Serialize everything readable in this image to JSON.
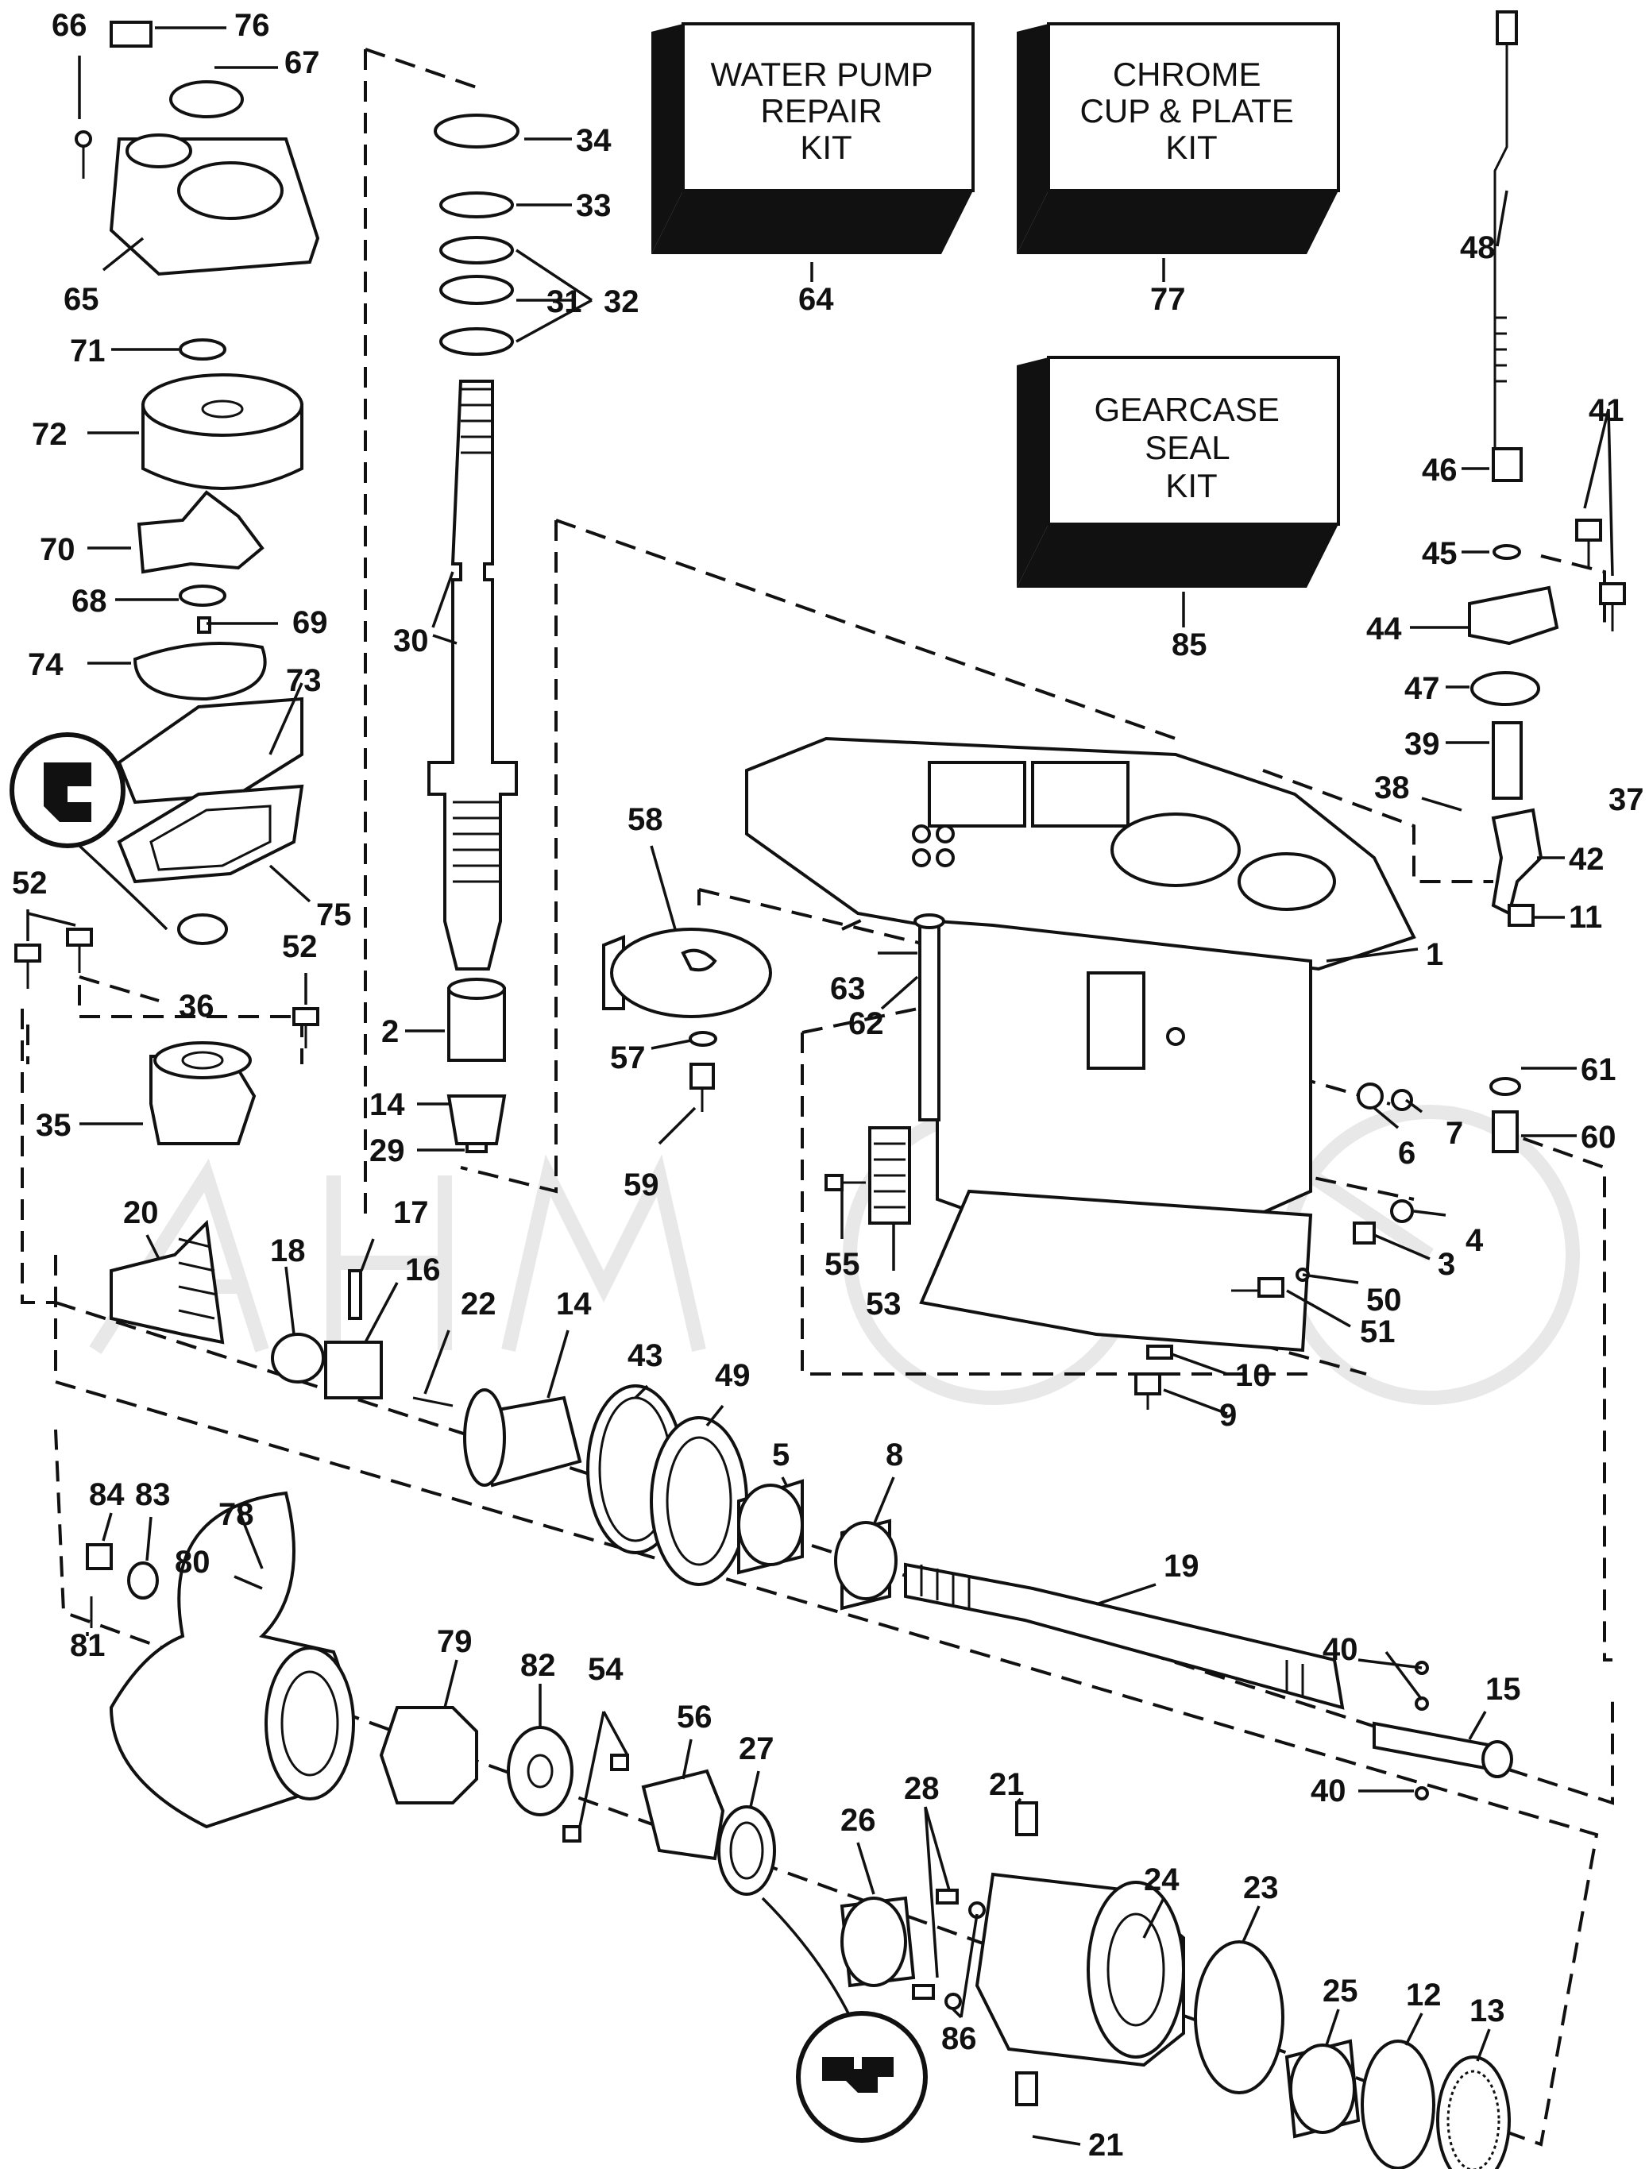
{
  "kits": [
    {
      "id": "water-pump-kit",
      "lines": [
        "WATER PUMP",
        "REPAIR",
        "KIT"
      ],
      "ref": "64"
    },
    {
      "id": "chrome-cup-kit",
      "lines": [
        "CHROME",
        "CUP & PLATE",
        "KIT"
      ],
      "ref": "77"
    },
    {
      "id": "gearcase-seal-kit",
      "lines": [
        "GEARCASE",
        "SEAL",
        "KIT"
      ],
      "ref": "85"
    }
  ],
  "callouts": {
    "c66": "66",
    "c76": "76",
    "c67": "67",
    "c65": "65",
    "c71": "71",
    "c72": "72",
    "c70": "70",
    "c68": "68",
    "c69": "69",
    "c74": "74",
    "c73": "73",
    "c75": "75",
    "c52a": "52",
    "c52b": "52",
    "c36": "36",
    "c35": "35",
    "c34": "34",
    "c33": "33",
    "c31": "31",
    "c32": "32",
    "c30": "30",
    "c2": "2",
    "c14a": "14",
    "c29": "29",
    "c58": "58",
    "c63": "63",
    "c62": "62",
    "c57": "57",
    "c59": "59",
    "c1": "1",
    "c48": "48",
    "c41": "41",
    "c46": "46",
    "c45": "45",
    "c44": "44",
    "c47": "47",
    "c39": "39",
    "c38": "38",
    "c37": "37",
    "c42": "42",
    "c11": "11",
    "c61": "61",
    "c7": "7",
    "c6": "6",
    "c60": "60",
    "c4": "4",
    "c3": "3",
    "c50": "50",
    "c51": "51",
    "c10": "10",
    "c9": "9",
    "c55": "55",
    "c53": "53",
    "c20": "20",
    "c18": "18",
    "c17": "17",
    "c16": "16",
    "c22": "22",
    "c14b": "14",
    "c43": "43",
    "c49": "49",
    "c5": "5",
    "c8": "8",
    "c19": "19",
    "c40a": "40",
    "c40b": "40",
    "c15": "15",
    "c84": "84",
    "c83": "83",
    "c78": "78",
    "c80": "80",
    "c81": "81",
    "c79": "79",
    "c82": "82",
    "c54": "54",
    "c56": "56",
    "c27": "27",
    "c26": "26",
    "c28": "28",
    "c21a": "21",
    "c21b": "21",
    "c24": "24",
    "c23": "23",
    "c86": "86",
    "c25": "25",
    "c12": "12",
    "c13": "13"
  }
}
